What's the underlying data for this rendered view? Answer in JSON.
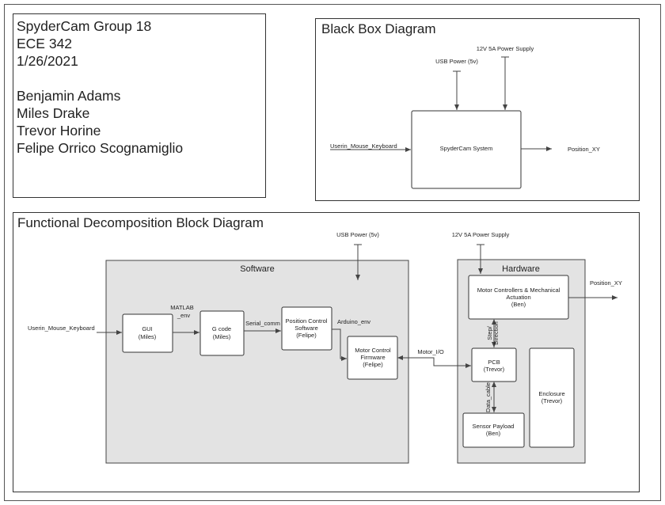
{
  "info_box": {
    "group": "SpyderCam Group 18",
    "course": "ECE 342",
    "date": "1/26/2021",
    "members": [
      "Benjamin Adams",
      "Miles Drake",
      "Trevor Horine",
      "Felipe Orrico Scognamiglio"
    ]
  },
  "black_box": {
    "title": "Black Box Diagram",
    "usb_power": "USB Power (5v)",
    "power_supply": "12V 5A Power Supply",
    "input": "Userin_Mouse_Keyboard",
    "system": "SpyderCam System",
    "output": "Position_XY"
  },
  "functional": {
    "title": "Functional Decomposition Block Diagram",
    "usb_power": "USB Power (5v)",
    "power_supply": "12V 5A Power Supply",
    "software_label": "Software",
    "hardware_label": "Hardware",
    "input": "Userin_Mouse_Keyboard",
    "gui": [
      "GUI",
      "(Miles)"
    ],
    "matlab_env": [
      "MATLAB",
      "_env"
    ],
    "gcode": [
      "G code",
      "(Miles)"
    ],
    "serial_comm": "Serial_comm",
    "position_control": [
      "Position Control",
      "Software",
      "(Felipe)"
    ],
    "arduino_env": "Arduino_env",
    "motor_firmware": [
      "Motor Control",
      "Firmware",
      "(Felipe)"
    ],
    "motor_io": "Motor_I/O",
    "motor_controllers": [
      "Motor Controllers & Mechanical",
      "Actuation",
      "(Ben)"
    ],
    "position_xy": "Position_XY",
    "step_direction": [
      "Step/",
      "Direction"
    ],
    "pcb": [
      "PCB",
      "(Trevor)"
    ],
    "data_cable": "Data_cable",
    "sensor_payload": [
      "Sensor Payload",
      "(Ben)"
    ],
    "enclosure": [
      "Enclosure",
      "(Trevor)"
    ]
  }
}
